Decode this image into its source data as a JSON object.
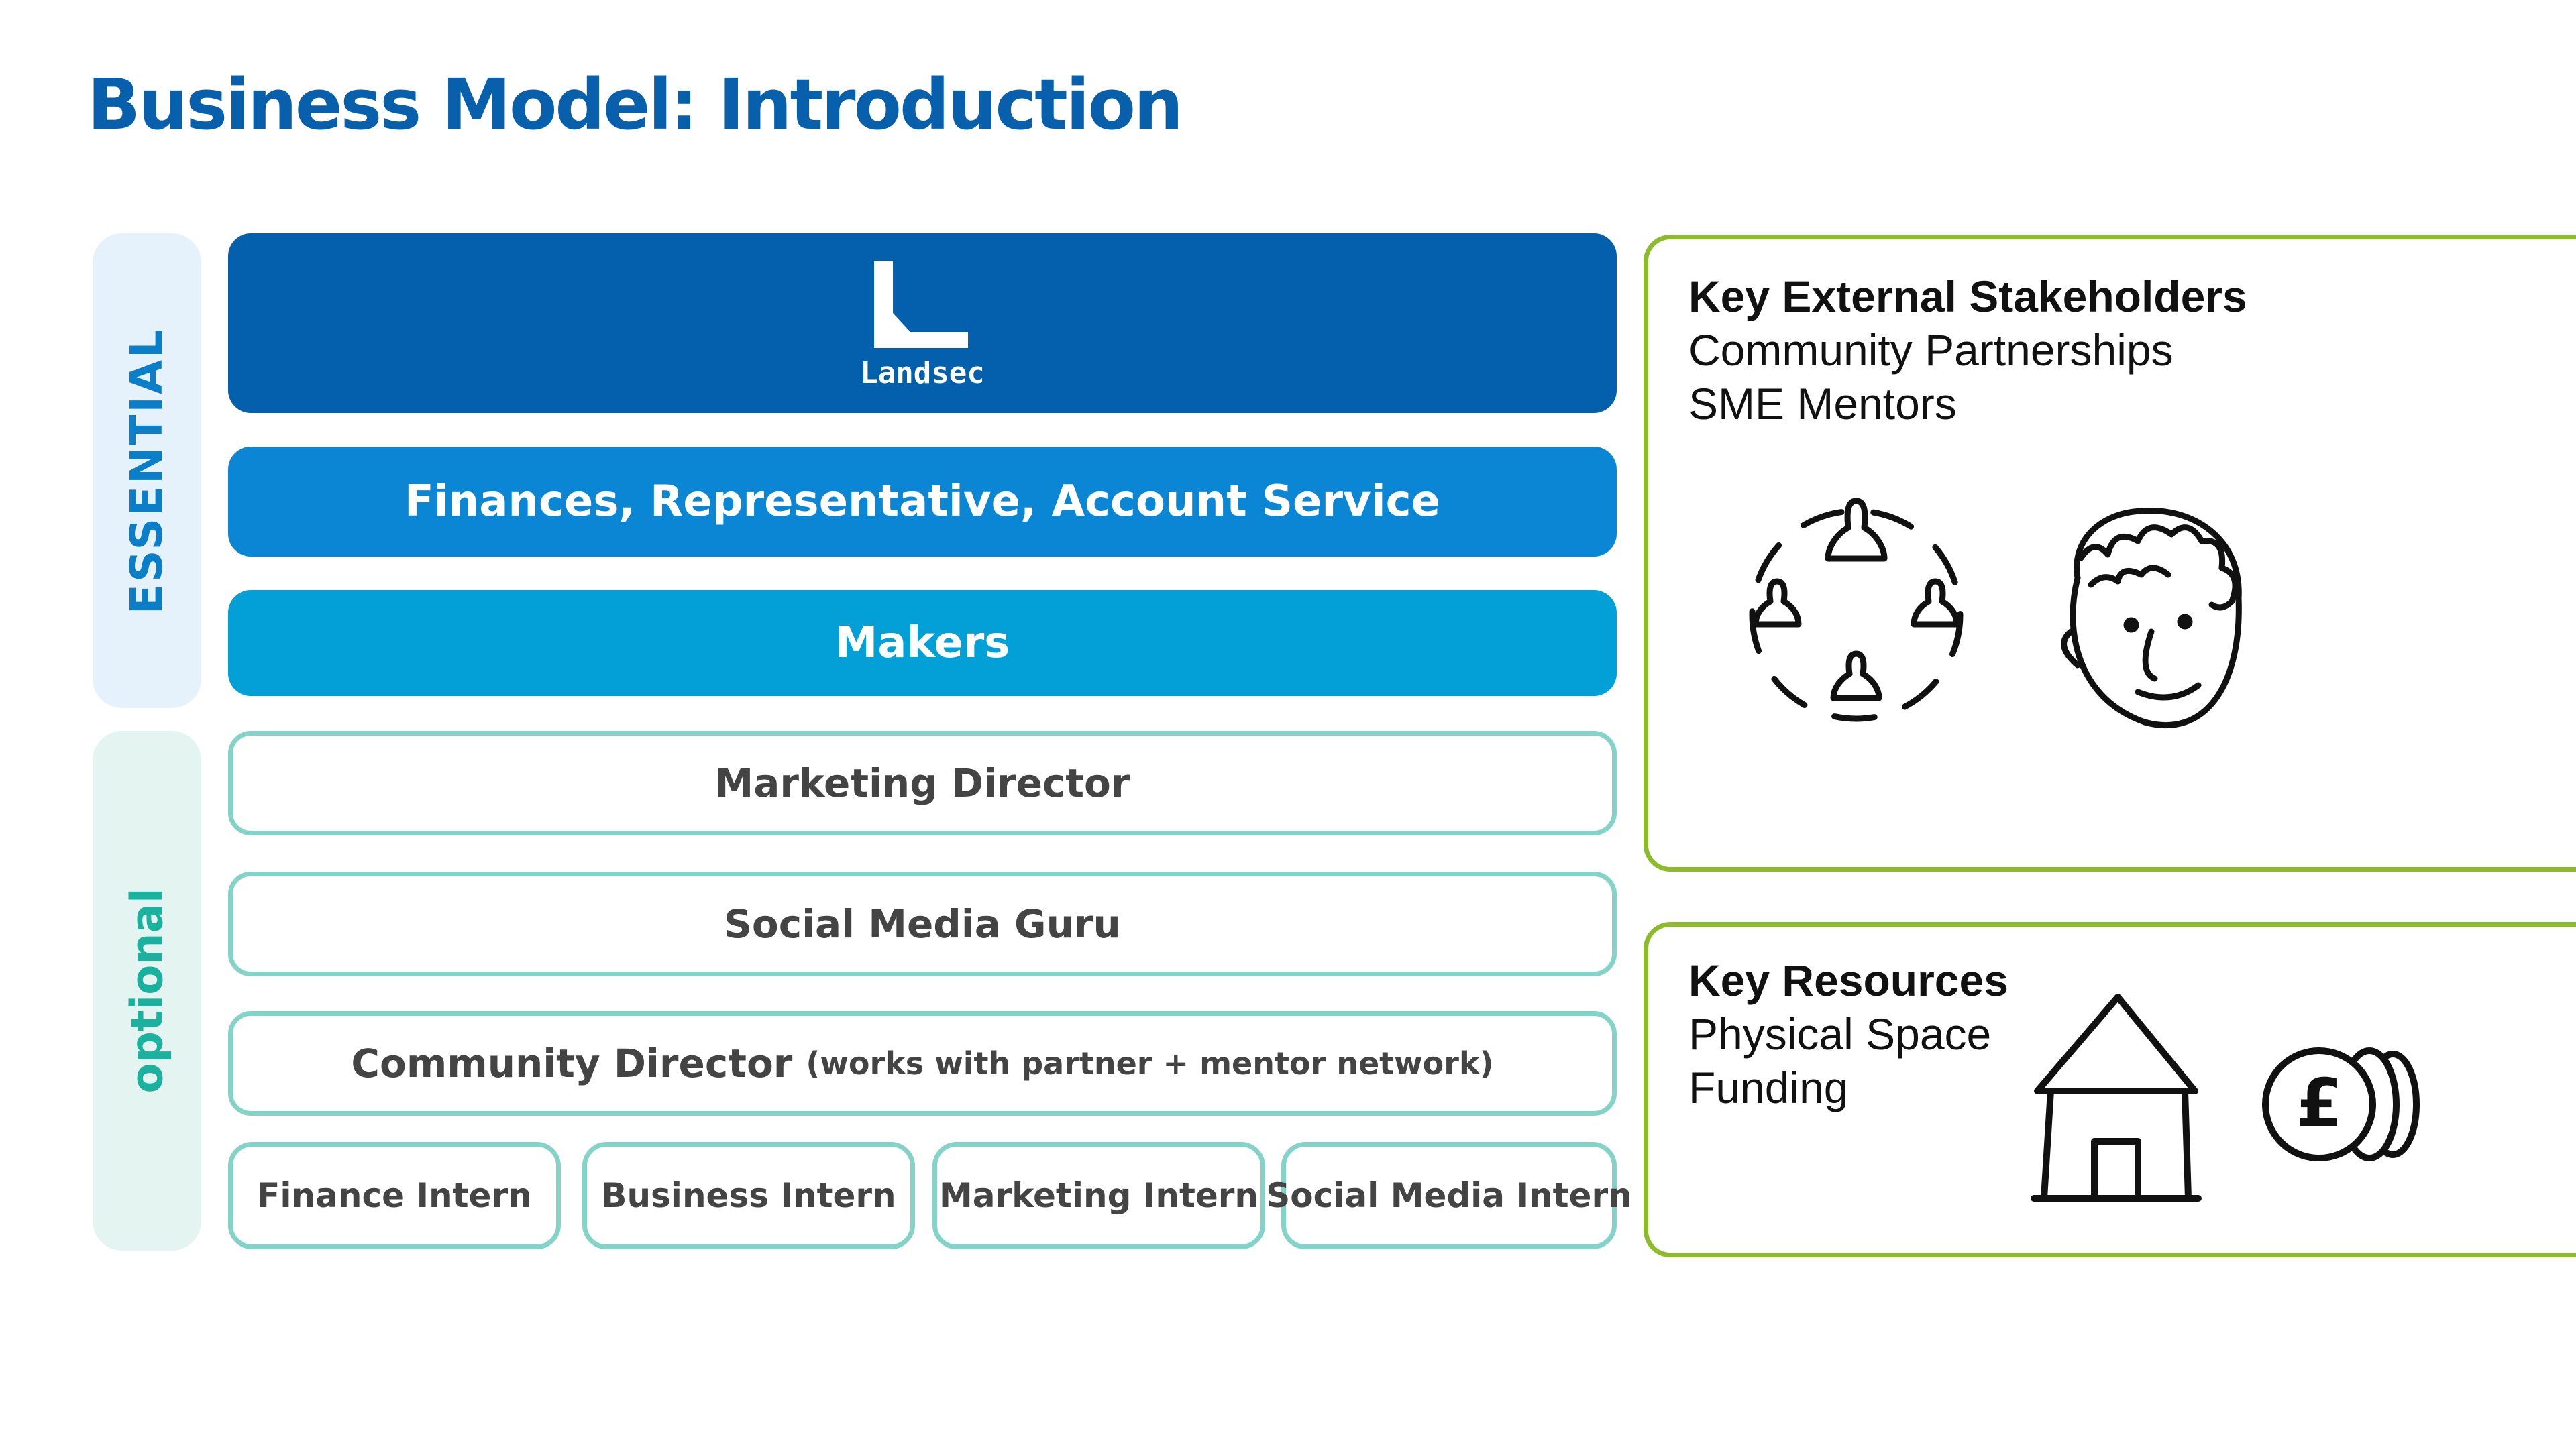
{
  "title": "Business Model: Introduction",
  "sidebar": {
    "essential_label": "ESSENTIAL",
    "optional_label": "optional"
  },
  "bars": {
    "logo_text": "Landsec",
    "finances": "Finances, Representative, Account Service",
    "makers": "Makers",
    "marketing_director": "Marketing Director",
    "social_media_guru": "Social Media Guru",
    "community_director": "Community Director",
    "community_director_note": "(works with partner + mentor network)"
  },
  "interns": [
    "Finance Intern",
    "Business Intern",
    "Marketing Intern",
    "Social Media Intern"
  ],
  "stakeholders": {
    "heading": "Key External Stakeholders",
    "items": [
      "Community Partnerships",
      "SME Mentors"
    ]
  },
  "resources": {
    "heading": "Key Resources",
    "items": [
      "Physical Space",
      "Funding"
    ],
    "currency_symbol": "£"
  },
  "colors": {
    "title": "#0860ac",
    "landsec_blue": "#0460ac",
    "finances_blue": "#0a86d4",
    "makers_blue": "#039fd7",
    "optional_outline": "#84d3c8",
    "box_green": "#8cbc2b"
  },
  "icons": [
    "landsec-logo-icon",
    "network-people-icon",
    "person-face-icon",
    "house-icon",
    "pound-coins-icon"
  ]
}
